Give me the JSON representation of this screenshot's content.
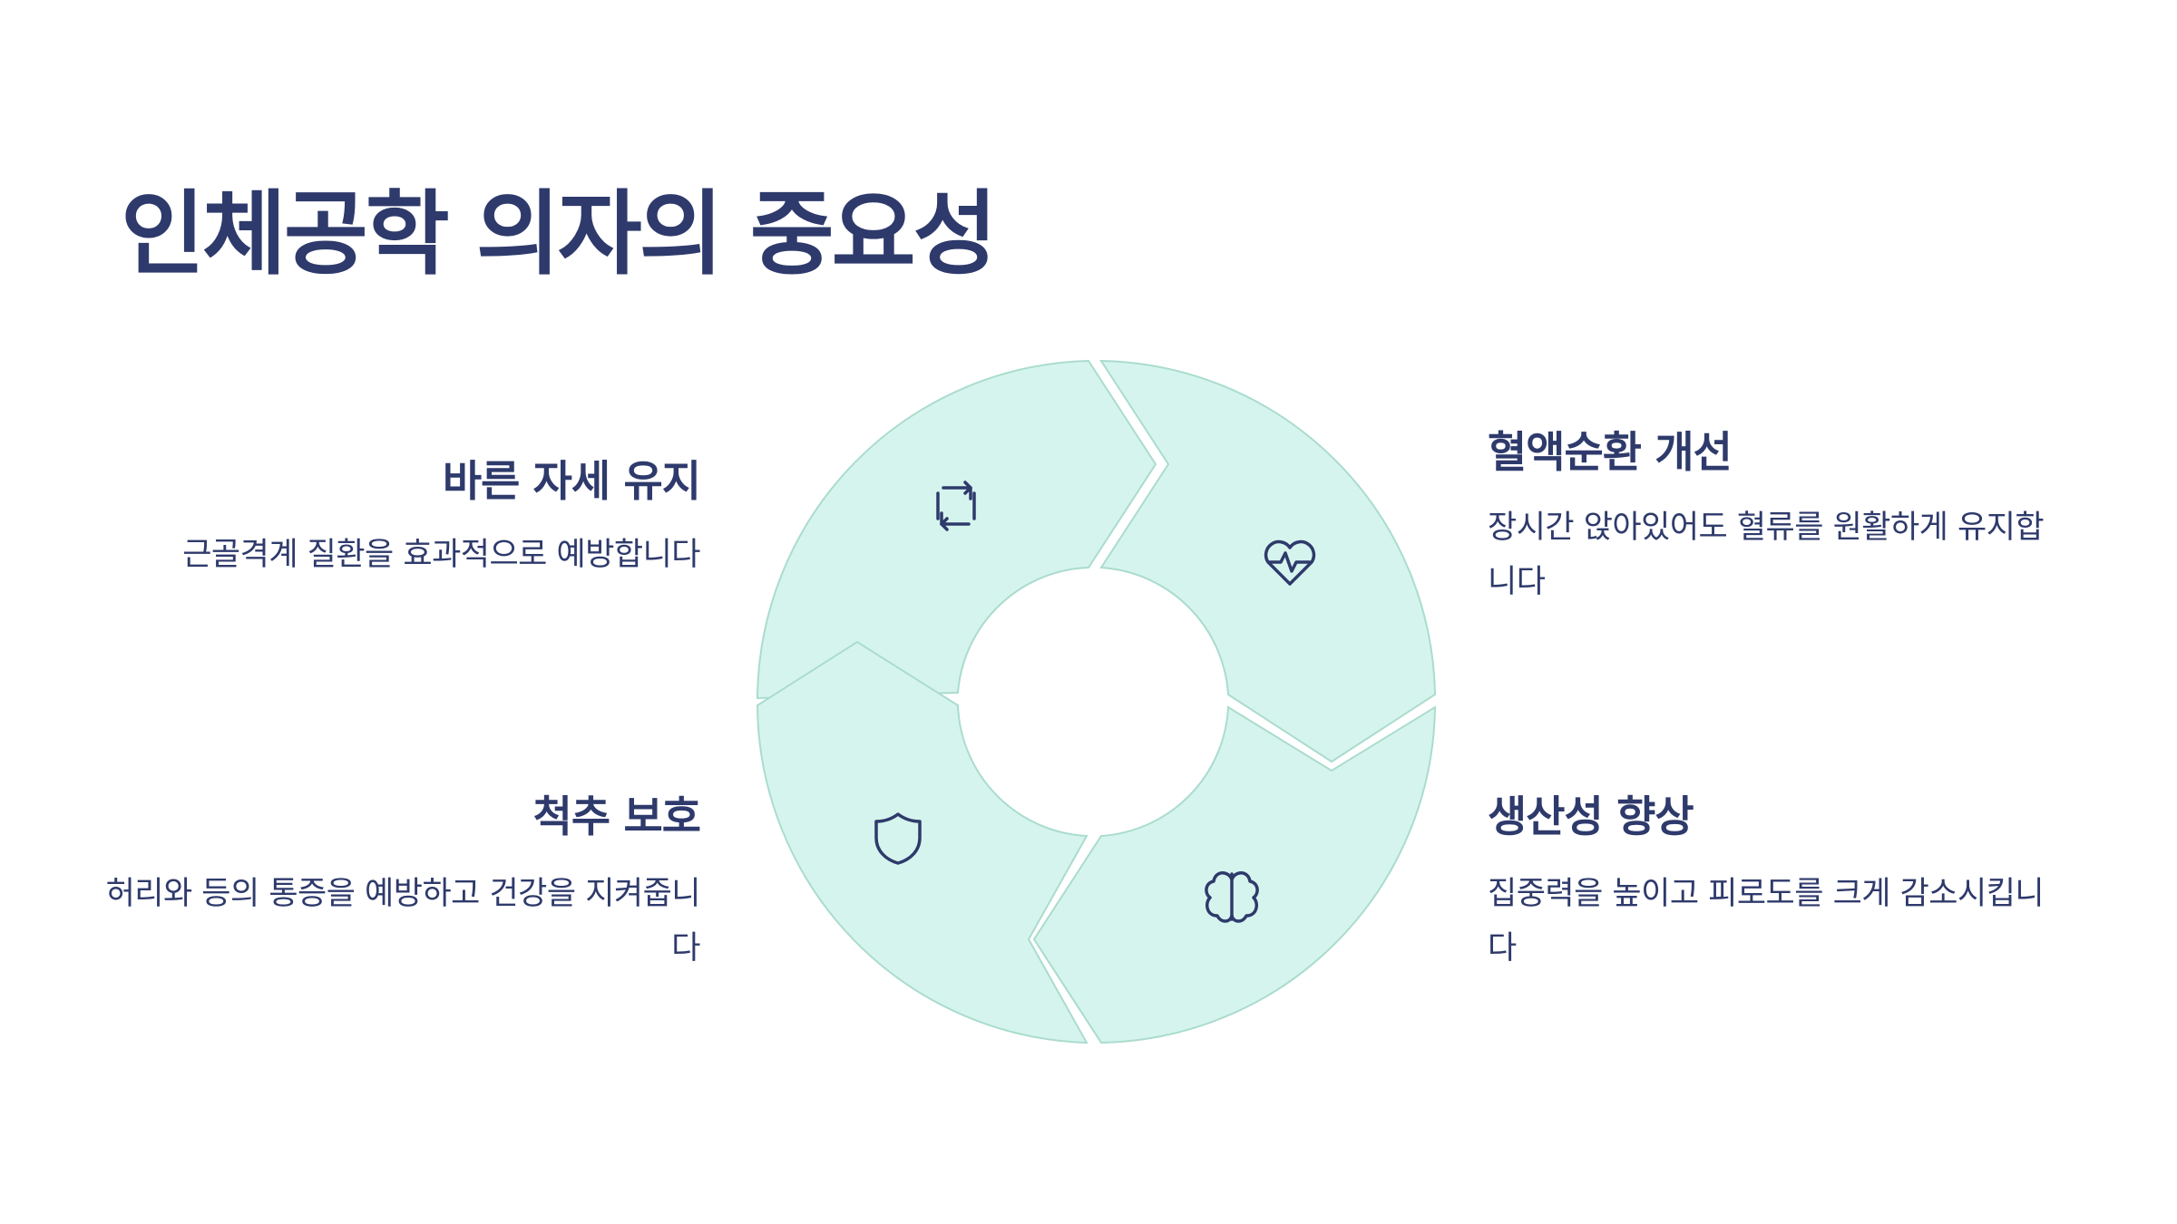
{
  "title": "인체공학 의자의 중요성",
  "items": [
    {
      "title": "바른 자세 유지",
      "description": "근골격계 질환을 효과적으로 예방합니다",
      "icon": "arrows-cycle-icon"
    },
    {
      "title": "혈액순환 개선",
      "description": "장시간 앉아있어도 혈류를 원활하게 유지합니다",
      "icon": "heart-pulse-icon"
    },
    {
      "title": "척추 보호",
      "description": "허리와 등의 통증을 예방하고 건강을 지켜줍니다",
      "icon": "shield-icon"
    },
    {
      "title": "생산성 향상",
      "description": "집중력을 높이고 피로도를 크게 감소시킵니다",
      "icon": "brain-icon"
    }
  ],
  "colors": {
    "text": "#2e3a6b",
    "segment_fill": "#d6f4ee",
    "segment_stroke": "#aadccd",
    "background": "#ffffff"
  }
}
